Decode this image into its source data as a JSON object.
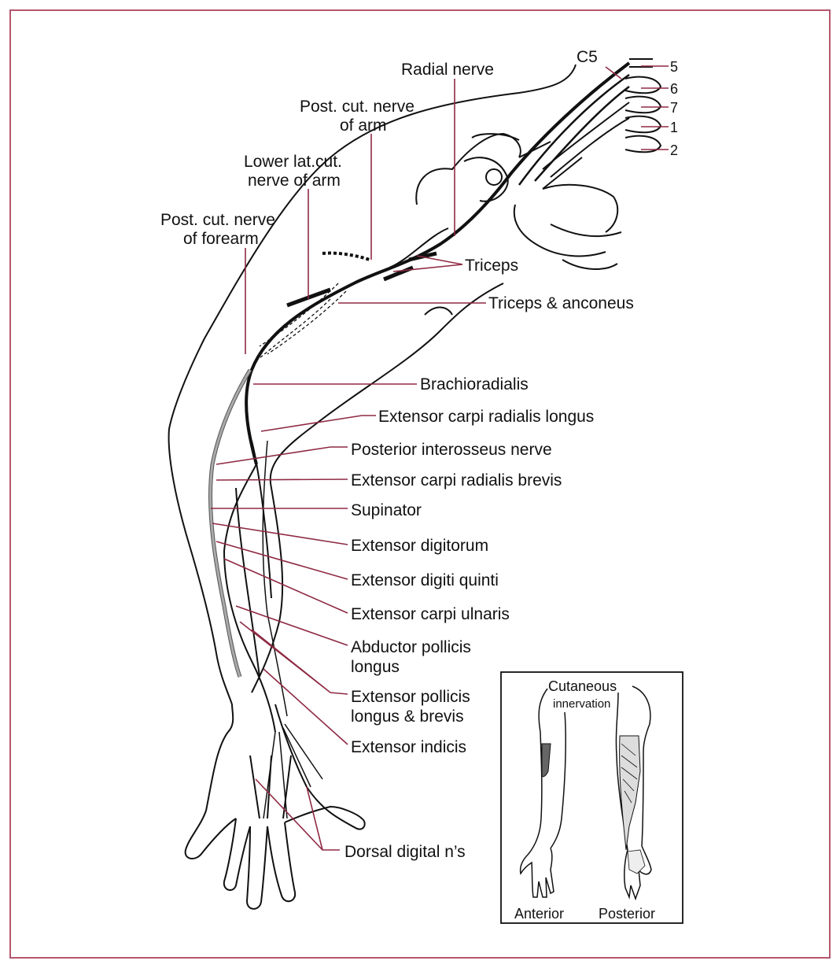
{
  "colors": {
    "frame": "#b5566a",
    "leader": "#8f2a43",
    "ink": "#111111"
  },
  "labels": {
    "radial_nerve": "Radial nerve",
    "post_cut_arm_1": "Post. cut. nerve",
    "post_cut_arm_2": "of arm",
    "lower_lat_1": "Lower lat.cut.",
    "lower_lat_2": "nerve of arm",
    "post_cut_forearm_1": "Post. cut. nerve",
    "post_cut_forearm_2": "of forearm",
    "c5": "C5",
    "v5": "5",
    "v6": "6",
    "v7": "7",
    "v1": "1",
    "v2": "2",
    "triceps": "Triceps",
    "triceps_anconeus": "Triceps & anconeus",
    "brachioradialis": "Brachioradialis",
    "ecrl": "Extensor carpi radialis longus",
    "pin": "Posterior interosseus nerve",
    "ecrb": "Extensor carpi radialis brevis",
    "supinator": "Supinator",
    "ext_digitorum": "Extensor digitorum",
    "ext_digiti_quinti": "Extensor digiti quinti",
    "ecu": "Extensor carpi ulnaris",
    "apl_1": "Abductor pollicis",
    "apl_2": "longus",
    "epl_1": "Extensor pollicis",
    "epl_2": "longus & brevis",
    "ext_indicis": "Extensor indicis",
    "dorsal_digital": "Dorsal digital n’s"
  },
  "inset": {
    "title_1": "Cutaneous",
    "title_2": "innervation",
    "anterior": "Anterior",
    "posterior": "Posterior"
  }
}
